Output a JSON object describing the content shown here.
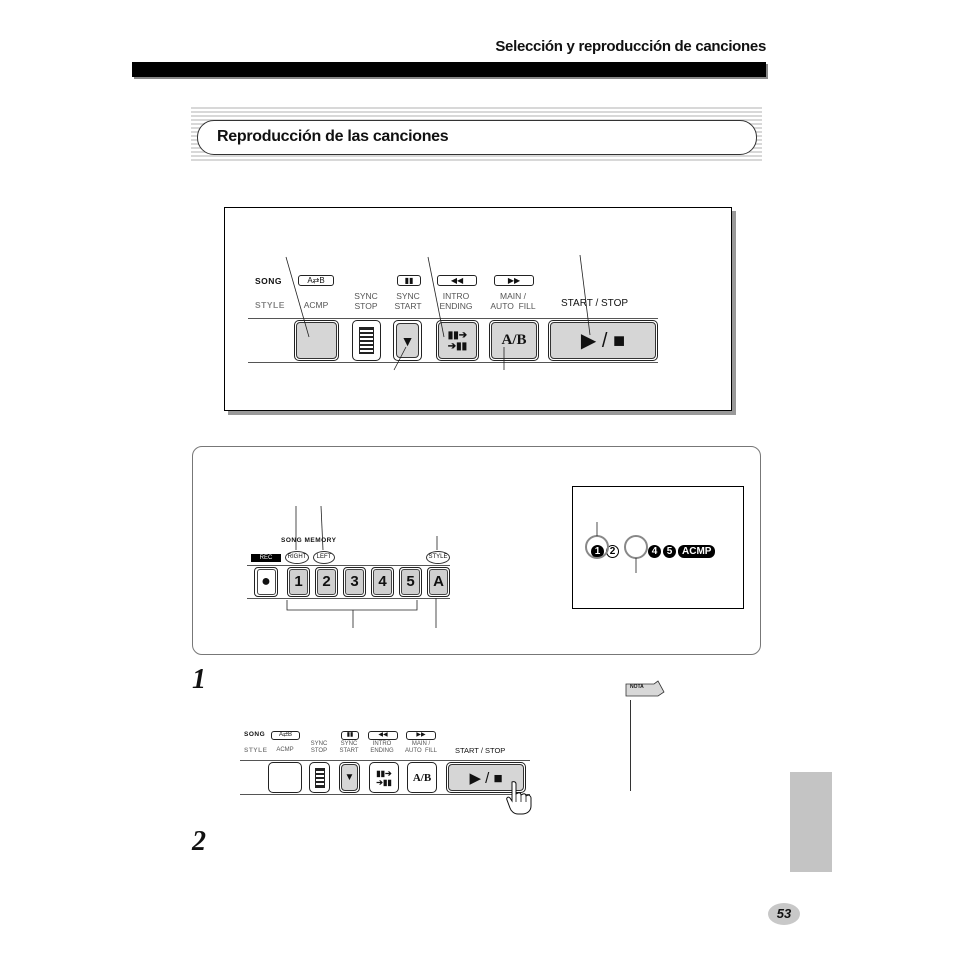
{
  "header": {
    "title": "Selección y reproducción de canciones"
  },
  "section": {
    "title": "Reproducción de las canciones"
  },
  "panel": {
    "song_label": "SONG",
    "style_label": "STYLE",
    "ab_label": "A⇄B",
    "acmp_label": "ACMP",
    "sync_stop_label": "SYNC\nSTOP",
    "sync_start_label": "SYNC\nSTART",
    "intro_label": "INTRO\nENDING",
    "main_label": "MAIN /\nAUTO  FILL",
    "start_stop_label": "START / STOP",
    "ab_button_text": "A/B",
    "start_stop_button_text": "▶ / ■"
  },
  "song_memory": {
    "title": "SONG MEMORY",
    "rec_label": "REC",
    "right_label": "RIGHT",
    "left_label": "LEFT",
    "style_label": "STYLE",
    "keys": [
      "1",
      "2",
      "3",
      "4",
      "5",
      "A"
    ]
  },
  "lcd": {
    "tracks": [
      "1",
      "2",
      "4",
      "5"
    ],
    "acmp": "ACMP"
  },
  "steps": {
    "one": "1",
    "two": "2"
  },
  "nota": {
    "label": "NOTA"
  },
  "page_number": "53"
}
